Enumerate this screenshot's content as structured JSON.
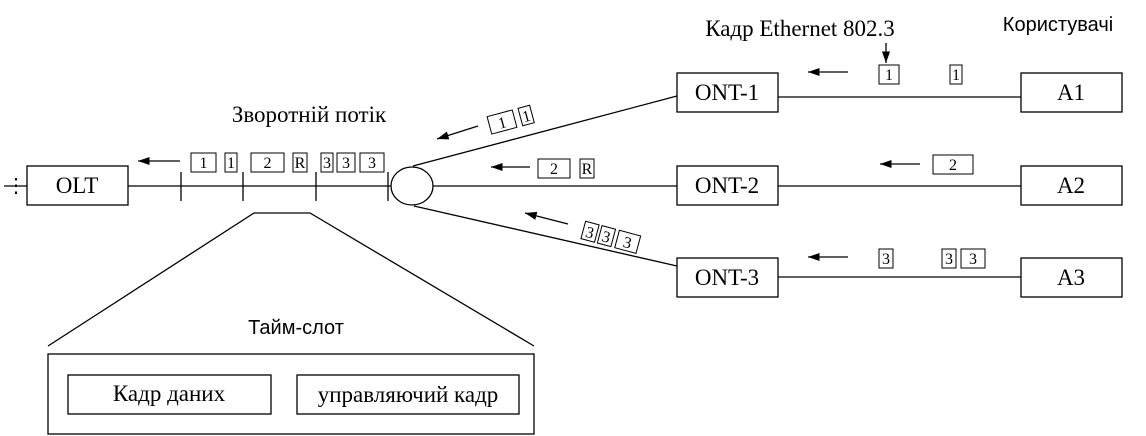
{
  "labels": {
    "frame_title": "Кадр Ethernet 802.3",
    "users": "Користувачі",
    "upstream": "Зворотній потік",
    "timeslot": "Тайм-слот",
    "data_frame": "Кадр даних",
    "control_frame": "управляючий кадр",
    "dots": "⋮"
  },
  "nodes": {
    "olt": "OLT",
    "ont1": "ONT-1",
    "ont2": "ONT-2",
    "ont3": "ONT-3",
    "a1": "A1",
    "a2": "A2",
    "a3": "A3"
  },
  "packets": {
    "p1": "1",
    "p2": "2",
    "p3": "3",
    "r": "R"
  }
}
